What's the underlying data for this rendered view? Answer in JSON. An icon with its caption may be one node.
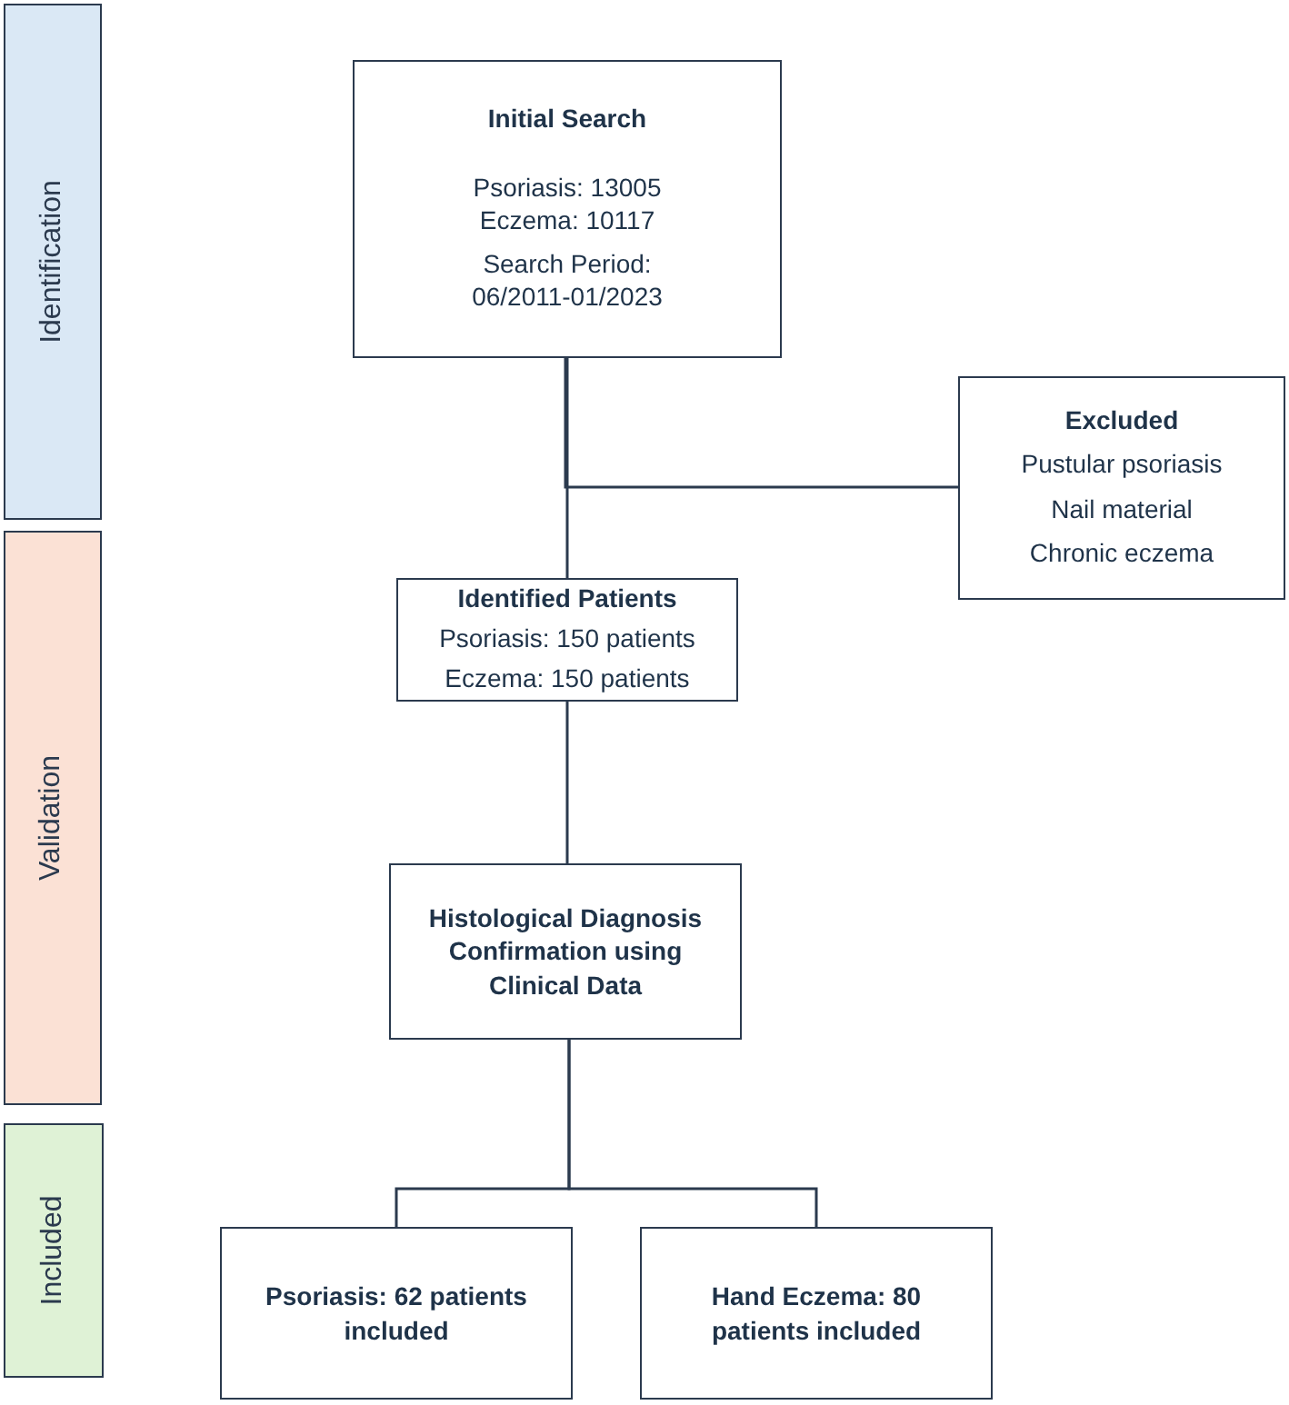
{
  "diagram": {
    "nodes": [
      {
        "text": [
          "Identification"
        ]
      },
      {
        "text": [
          "Validation"
        ]
      },
      {
        "text": [
          "Included"
        ]
      },
      {
        "text": [
          "Initial Search",
          "Psoriasis: 13005 Eczema: 10117",
          "Search Period: 06/2011-01/2023"
        ]
      },
      {
        "text": [
          "Excluded",
          "Pustular psoriasis",
          "Nail material",
          "Chronic eczema"
        ]
      },
      {
        "text": [
          "Identified Patients",
          "Psoriasis: 150 patients",
          "Eczema: 150 patients"
        ]
      },
      {
        "text": [
          "Histological Diagnosis Confirmation using Clinical Data"
        ]
      },
      {
        "text": [
          "Psoriasis: 62 patients included"
        ]
      },
      {
        "text": [
          "Hand Eczema: 80 patients included"
        ]
      }
    ],
    "edges": [
      {
        "from": 3,
        "to": 5,
        "arrow": "none"
      },
      {
        "from": 3,
        "to": 4,
        "arrow": "none"
      },
      {
        "from": 5,
        "to": 6,
        "arrow": "none"
      },
      {
        "from": 6,
        "to": 7,
        "arrow": "none"
      },
      {
        "from": 6,
        "to": 8,
        "arrow": "none"
      }
    ]
  }
}
